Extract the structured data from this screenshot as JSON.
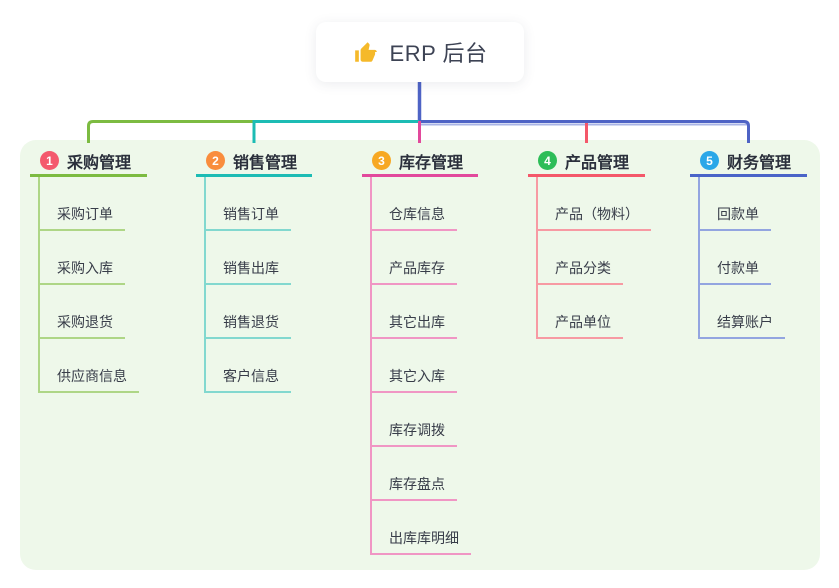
{
  "root": {
    "title": "ERP 后台",
    "icon": "thumbs-up-icon",
    "icon_color": "#f5b92a"
  },
  "branches": [
    {
      "index": "1",
      "label": "采购管理",
      "badge_color": "#f4596d",
      "line_color": "#7cbb41",
      "sub_line_color": "#aed686",
      "children": [
        "采购订单",
        "采购入库",
        "采购退货",
        "供应商信息"
      ]
    },
    {
      "index": "2",
      "label": "销售管理",
      "badge_color": "#f98d3d",
      "line_color": "#1cbcb4",
      "sub_line_color": "#82d8cf",
      "children": [
        "销售订单",
        "销售出库",
        "销售退货",
        "客户信息"
      ]
    },
    {
      "index": "3",
      "label": "库存管理",
      "badge_color": "#f7a823",
      "line_color": "#e2499c",
      "sub_line_color": "#f096c4",
      "children": [
        "仓库信息",
        "产品库存",
        "其它出库",
        "其它入库",
        "库存调拨",
        "库存盘点",
        "出库库明细"
      ]
    },
    {
      "index": "4",
      "label": "产品管理",
      "badge_color": "#2dbd58",
      "line_color": "#f4586a",
      "sub_line_color": "#f79aa3",
      "children": [
        "产品（物料）",
        "产品分类",
        "产品单位"
      ]
    },
    {
      "index": "5",
      "label": "财务管理",
      "badge_color": "#2aa7e8",
      "line_color": "#4a64c8",
      "sub_line_color": "#93a5e0",
      "children": [
        "回款单",
        "付款单",
        "结算账户"
      ]
    }
  ],
  "colors": {
    "panel_background": "#eef8ea",
    "root_connector": "#4e63c5",
    "connector_underlay": "#a9b4e6",
    "root_text": "#3d4354"
  }
}
